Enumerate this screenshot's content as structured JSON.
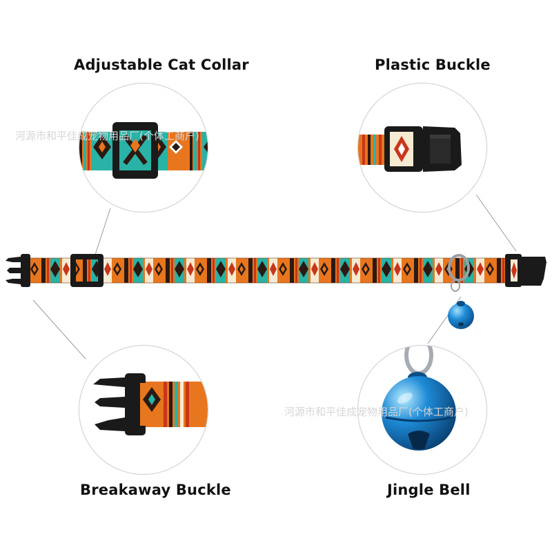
{
  "labels": {
    "adjustable": "Adjustable Cat Collar",
    "plastic": "Plastic Buckle",
    "breakaway": "Breakaway Buckle",
    "bell": "Jingle Bell"
  },
  "watermark": "河源市和平佳成宠物用品厂(个体工商户)",
  "colors": {
    "orange": "#e8761e",
    "teal": "#29b3a6",
    "dark": "#2b1a14",
    "red": "#c7361b",
    "cream": "#f6ead2",
    "black_plastic": "#1a1a1a",
    "bell_blue": "#1e8ad6"
  }
}
